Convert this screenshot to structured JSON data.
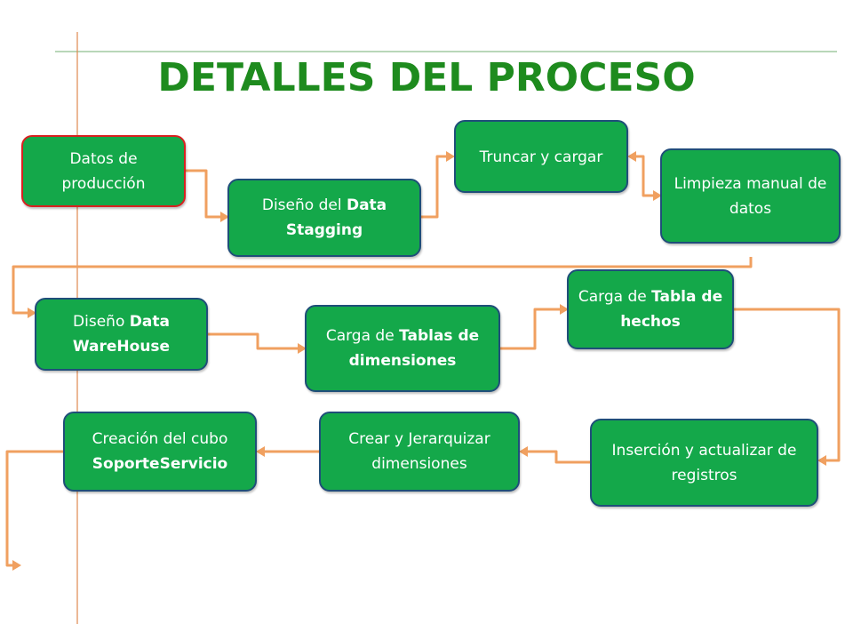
{
  "title": "DETALLES DEL PROCESO",
  "colors": {
    "title": "#1e8b1e",
    "box_fill": "#14a84a",
    "box_border": "#1f4e79",
    "box_border_source": "#d92020",
    "connector": "#f0a060",
    "guide_line": "#e08850",
    "top_rule": "#8fbf8f"
  },
  "nodes": {
    "datos_produccion": {
      "parts": [
        {
          "t": "Datos de producción",
          "b": false
        }
      ]
    },
    "diseno_staging": {
      "parts": [
        {
          "t": "Diseño del ",
          "b": false
        },
        {
          "t": "Data Stagging",
          "b": true
        }
      ]
    },
    "truncar_cargar": {
      "parts": [
        {
          "t": "Truncar y cargar",
          "b": false
        }
      ]
    },
    "limpieza_manual": {
      "parts": [
        {
          "t": "Limpieza manual de datos",
          "b": false
        }
      ]
    },
    "diseno_warehouse": {
      "parts": [
        {
          "t": "Diseño ",
          "b": false
        },
        {
          "t": "Data WareHouse",
          "b": true
        }
      ]
    },
    "carga_dimensiones": {
      "parts": [
        {
          "t": "Carga de ",
          "b": false
        },
        {
          "t": "Tablas de dimensiones",
          "b": true
        }
      ]
    },
    "carga_hechos": {
      "parts": [
        {
          "t": "Carga de ",
          "b": false
        },
        {
          "t": "Tabla de hechos",
          "b": true
        }
      ]
    },
    "insercion": {
      "parts": [
        {
          "t": "Inserción y actualizar de registros",
          "b": false
        }
      ]
    },
    "crear_jerarquizar": {
      "parts": [
        {
          "t": "Crear y Jerarquizar dimensiones",
          "b": false
        }
      ]
    },
    "creacion_cubo": {
      "parts": [
        {
          "t": "Creación del cubo ",
          "b": false
        },
        {
          "t": "SoporteServicio",
          "b": true
        }
      ]
    }
  }
}
